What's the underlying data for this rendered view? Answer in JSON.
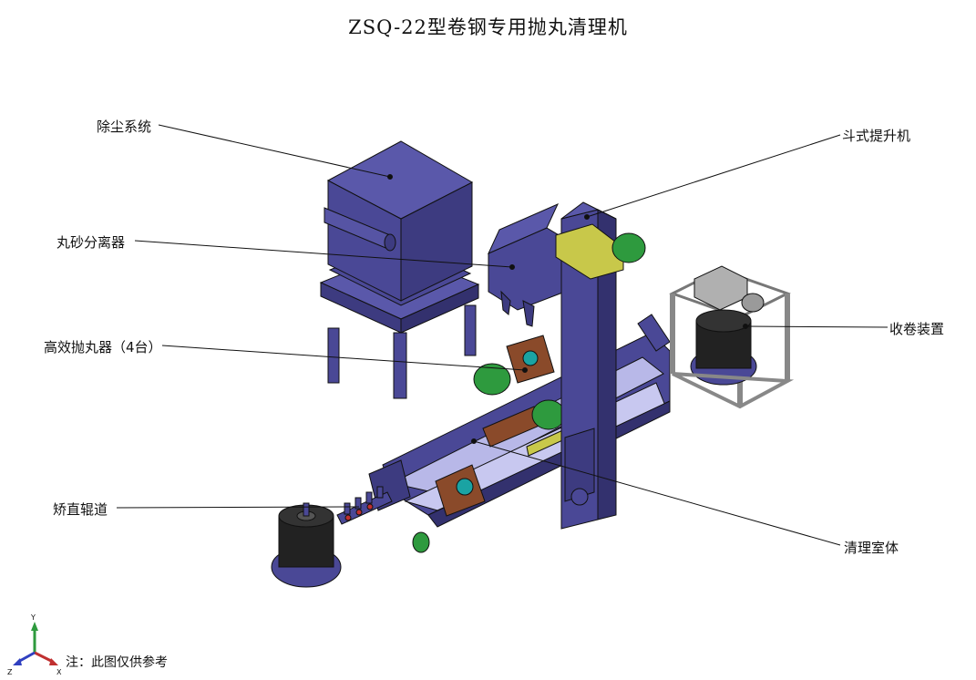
{
  "title": "ZSQ-22型卷钢专用抛丸清理机",
  "labels": {
    "dust": "除尘系统",
    "separator": "丸砂分离器",
    "blaster": "高效抛丸器（4台）",
    "roller": "矫直辊道",
    "elevator": "斗式提升机",
    "winder": "收卷装置",
    "chamber": "清理室体"
  },
  "note": "注：此图仅供参考",
  "axes": {
    "x": "X",
    "y": "Y",
    "z": "Z"
  },
  "colors": {
    "machine": "#4a4896",
    "machine_dark": "#33316e",
    "machine_light": "#b8b8e8",
    "motor_green": "#2e9a3e",
    "gear_yellow": "#c8c84a",
    "brown": "#8a4a2a",
    "teal": "#1aa3a3",
    "frame_gray": "#9a9a9a"
  }
}
